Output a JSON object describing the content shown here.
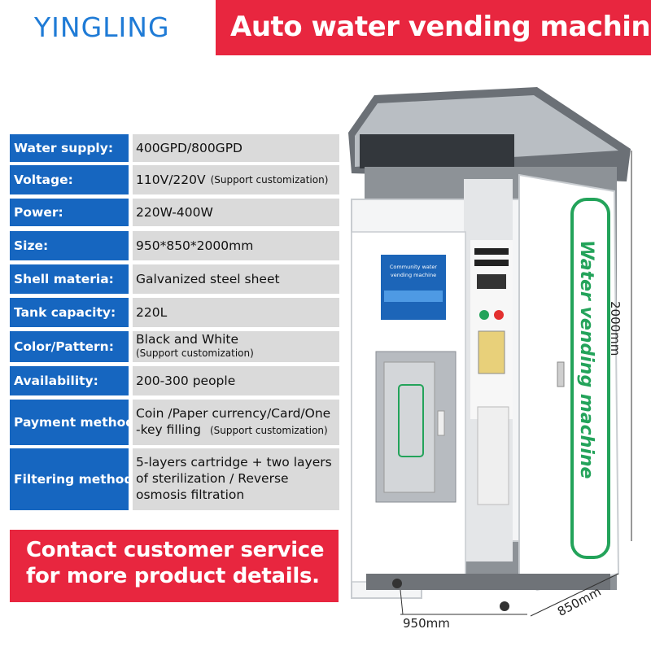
{
  "header": {
    "logo": "YINGLING",
    "title": "Auto water vending machine"
  },
  "specs": [
    {
      "label": "Water supply:",
      "value": "400GPD/800GPD"
    },
    {
      "label": "Voltage:",
      "value": "110V/220V",
      "note": "(Support customization)"
    },
    {
      "label": "Power:",
      "value": "220W-400W"
    },
    {
      "label": "Size:",
      "value": "950*850*2000mm"
    },
    {
      "label": "Shell materia:",
      "value": "Galvanized steel sheet"
    },
    {
      "label": "Tank capacity:",
      "value": "220L"
    },
    {
      "label": "Color/Pattern:",
      "value": "Black and White",
      "note": "(Support customization)"
    },
    {
      "label": "Availability:",
      "value": "200-300 people"
    },
    {
      "label": "Payment method:",
      "value_line1": "Coin /Paper currency/Card/One",
      "value_line2": "-key filling",
      "note": "(Support customization)"
    },
    {
      "label": "Filtering method:",
      "value_line1": "5-layers cartridge + two layers",
      "value_line2": "of sterilization / Reverse",
      "value_line3": "osmosis filtration"
    }
  ],
  "contact": {
    "line1": "Contact customer service",
    "line2": "for more product details."
  },
  "machine": {
    "side_text": "Water vending machine",
    "screen_line1": "Community water",
    "screen_line2": "vending machine",
    "dim_height": "2000mm",
    "dim_width": "950mm",
    "dim_depth": "850mm"
  },
  "colors": {
    "brand_blue": "#1666c0",
    "banner_red": "#e8263f",
    "accent_green": "#23a35a"
  }
}
